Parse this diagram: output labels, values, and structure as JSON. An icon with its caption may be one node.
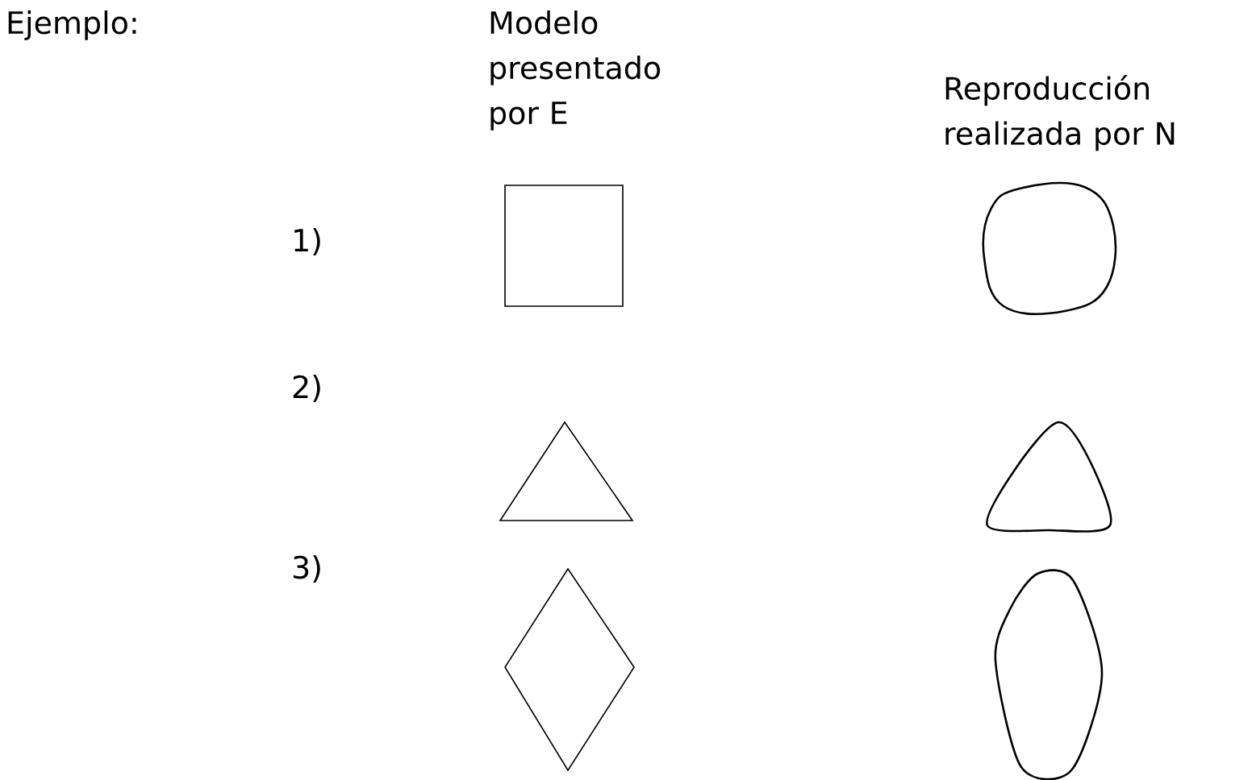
{
  "diagram": {
    "labels": [
      "Ejemplo:",
      "Modelo presentado por E",
      "Reproducción realizada por N",
      "1)",
      "2)",
      "3)"
    ]
  }
}
